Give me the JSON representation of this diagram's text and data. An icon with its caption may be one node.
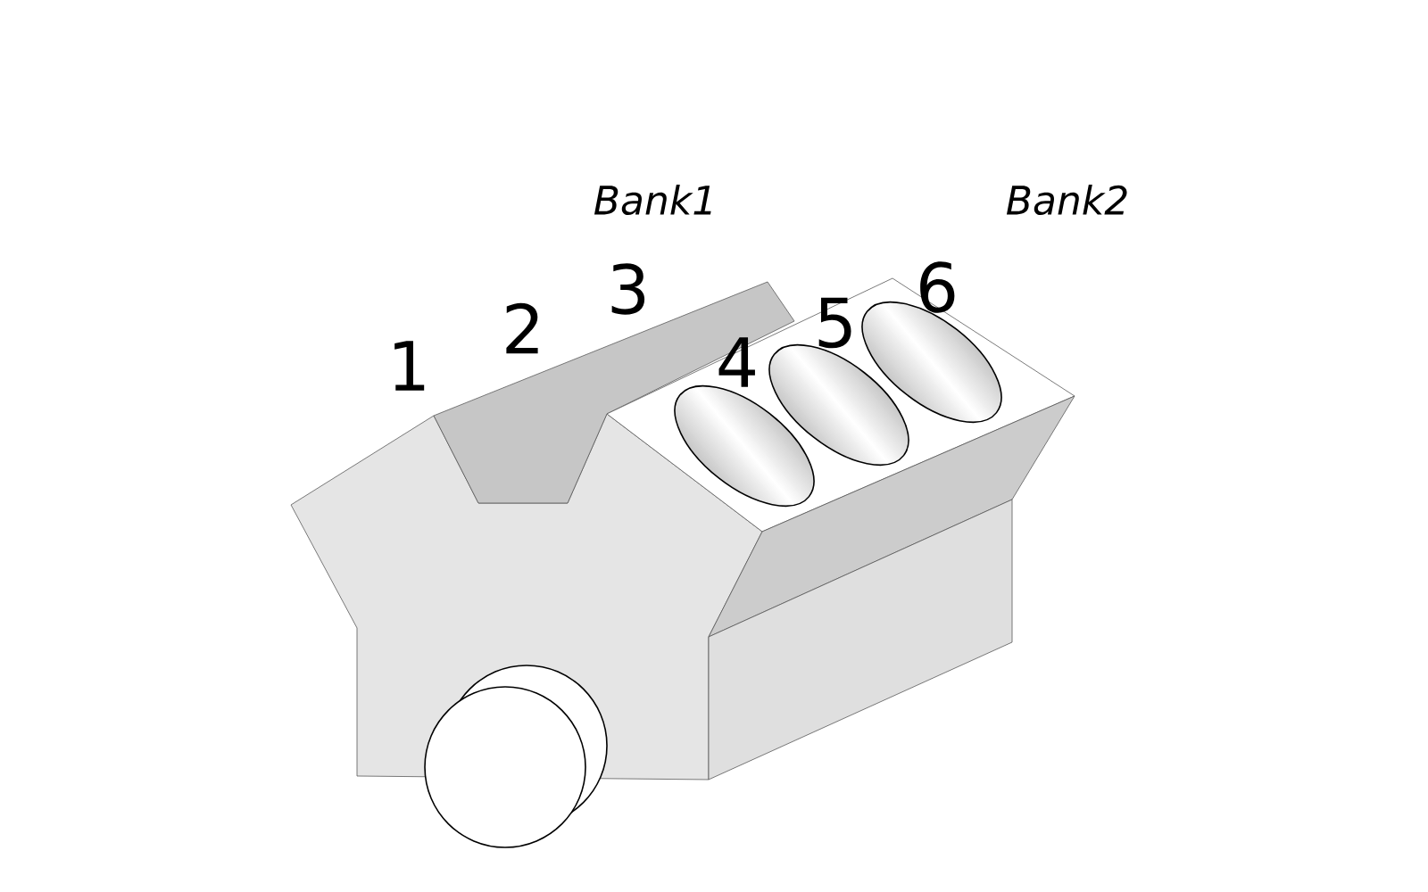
{
  "diagram": {
    "labels": [
      "Bank1",
      "Bank2",
      "1",
      "2",
      "3",
      "4",
      "5",
      "6"
    ]
  }
}
